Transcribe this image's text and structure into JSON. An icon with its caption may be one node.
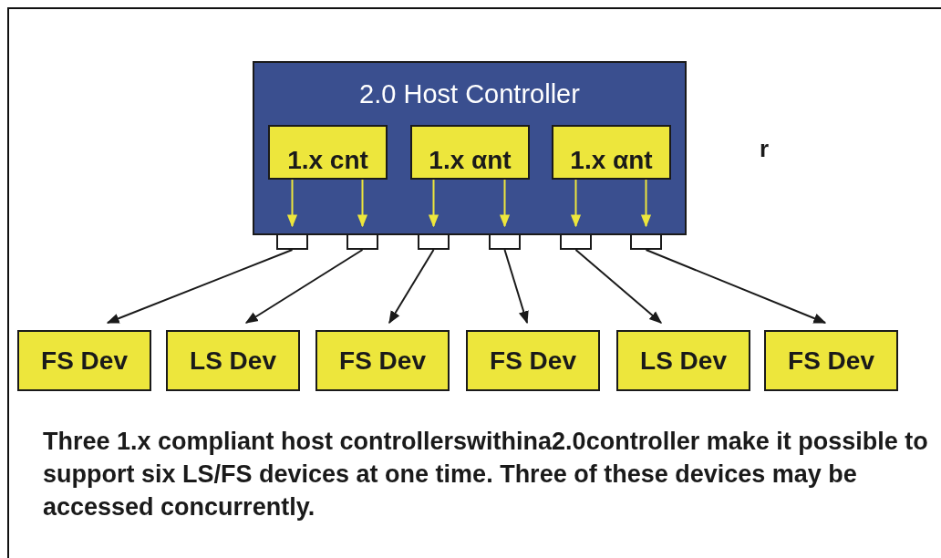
{
  "diagram": {
    "caption": "Three 1.x compliant host controllerswithina2.0controller make it possible to support six LS/FS devices at one time. Three of these devices may be accessed concurrently.",
    "nodes": [
      {
        "text": [
          "2.0 Host Controller"
        ]
      },
      {
        "text": [
          "1.x cnt"
        ],
        "in": 0
      },
      {
        "text": [
          "1.x αnt"
        ],
        "in": 0
      },
      {
        "text": [
          "1.x αnt"
        ],
        "in": 0
      },
      {
        "text": [],
        "shape": "box"
      },
      {
        "text": [],
        "shape": "box"
      },
      {
        "text": [],
        "shape": "box"
      },
      {
        "text": [],
        "shape": "box"
      },
      {
        "text": [],
        "shape": "box"
      },
      {
        "text": [],
        "shape": "box"
      },
      {
        "text": [
          "FS Dev"
        ]
      },
      {
        "text": [
          "LS Dev"
        ]
      },
      {
        "text": [
          "FS Dev"
        ]
      },
      {
        "text": [
          "FS Dev"
        ]
      },
      {
        "text": [
          "LS Dev"
        ]
      },
      {
        "text": [
          "FS Dev"
        ]
      }
    ],
    "edges": [
      {
        "from": 1,
        "to": 4,
        "arrow": "to",
        "color": "#ede63c"
      },
      {
        "from": 1,
        "to": 5,
        "arrow": "to",
        "color": "#ede63c"
      },
      {
        "from": 2,
        "to": 6,
        "arrow": "to",
        "color": "#ede63c"
      },
      {
        "from": 2,
        "to": 7,
        "arrow": "to",
        "color": "#ede63c"
      },
      {
        "from": 3,
        "to": 8,
        "arrow": "to",
        "color": "#ede63c"
      },
      {
        "from": 3,
        "to": 9,
        "arrow": "to",
        "color": "#ede63c"
      },
      {
        "from": 4,
        "to": 10,
        "arrow": "to",
        "color": "#1a1a1a"
      },
      {
        "from": 5,
        "to": 11,
        "arrow": "to",
        "color": "#1a1a1a"
      },
      {
        "from": 6,
        "to": 12,
        "arrow": "to",
        "color": "#1a1a1a"
      },
      {
        "from": 7,
        "to": 13,
        "arrow": "to",
        "color": "#1a1a1a"
      },
      {
        "from": 8,
        "to": 14,
        "arrow": "to",
        "color": "#1a1a1a"
      },
      {
        "from": 9,
        "to": 15,
        "arrow": "to",
        "color": "#1a1a1a"
      }
    ],
    "labels": [
      "r"
    ]
  }
}
